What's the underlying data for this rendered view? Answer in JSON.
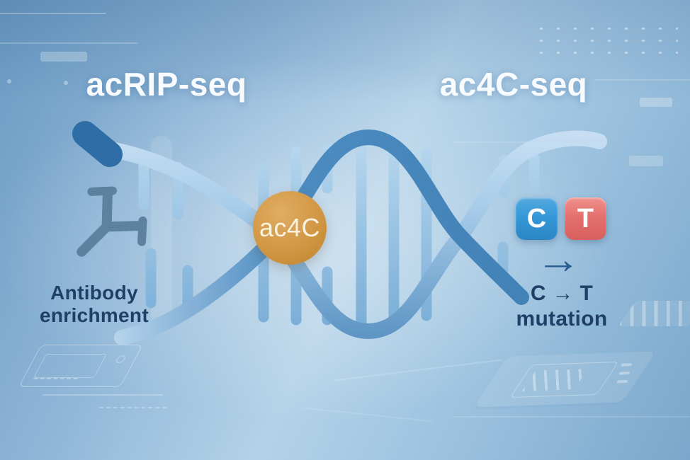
{
  "panels": {
    "left": {
      "title": "acRIP-seq",
      "caption_line1": "Antibody",
      "caption_line2": "enrichment"
    },
    "right": {
      "title": "ac4C-seq",
      "base_from": "C",
      "base_to": "T",
      "arrow_glyph": "→",
      "caption_line1": "C → T",
      "caption_line2": "mutation"
    }
  },
  "helix": {
    "badge_label": "ac4C"
  },
  "colors": {
    "badge_gold": "#cf9440",
    "badge_gold_light": "#e0ad63",
    "box_c_blue": "#3598d8",
    "box_t_red": "#e4716e",
    "strand_front_blue": "#4a8abf",
    "strand_back_blue": "#aed2ec",
    "strand_cap_dark": "#2f6da6",
    "antibody_slate": "#5b7e9d",
    "caption_navy": "#1f3f66",
    "arrow_navy": "#2a5c90",
    "title_white": "#f7fbfe"
  }
}
